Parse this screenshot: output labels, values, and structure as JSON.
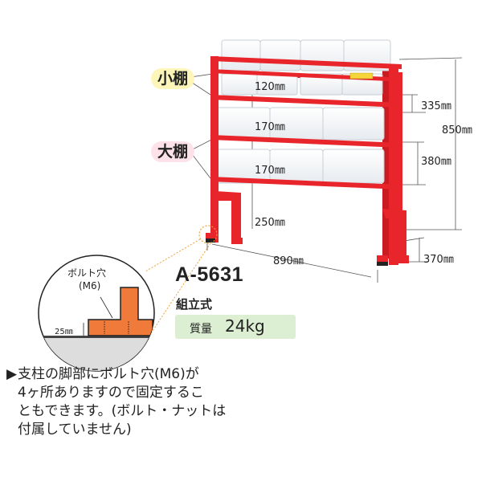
{
  "labels": {
    "small_shelf": "小棚",
    "large_shelf": "大棚"
  },
  "dimensions": {
    "gap_small": "120㎜",
    "gap_large1": "170㎜",
    "gap_large2": "170㎜",
    "floor_clearance": "250㎜",
    "width": "890㎜",
    "height": "850㎜",
    "depth_small": "335㎜",
    "depth_large": "380㎜",
    "depth_base": "370㎜"
  },
  "product": {
    "model": "A-5631",
    "assembly": "組立式",
    "weight_label": "質量",
    "weight_value": "24kg"
  },
  "detail": {
    "bolt_label_1": "ボルト穴",
    "bolt_label_2": "(M6)",
    "foot_height": "25㎜"
  },
  "note": {
    "marker": "▶",
    "lines": [
      "支柱の脚部にボルト穴(M6)が",
      "4ヶ所ありますので固定するこ",
      "ともできます。(ボルト・ナットは",
      "付属していません)"
    ]
  },
  "colors": {
    "frame_red": "#e8252a",
    "dark_red": "#b3141a",
    "yellow_pill": "#fdf6b8",
    "pink_pill": "#fde2ea",
    "weight_bg": "#dcefd2",
    "detail_orange": "#f07a3a"
  }
}
